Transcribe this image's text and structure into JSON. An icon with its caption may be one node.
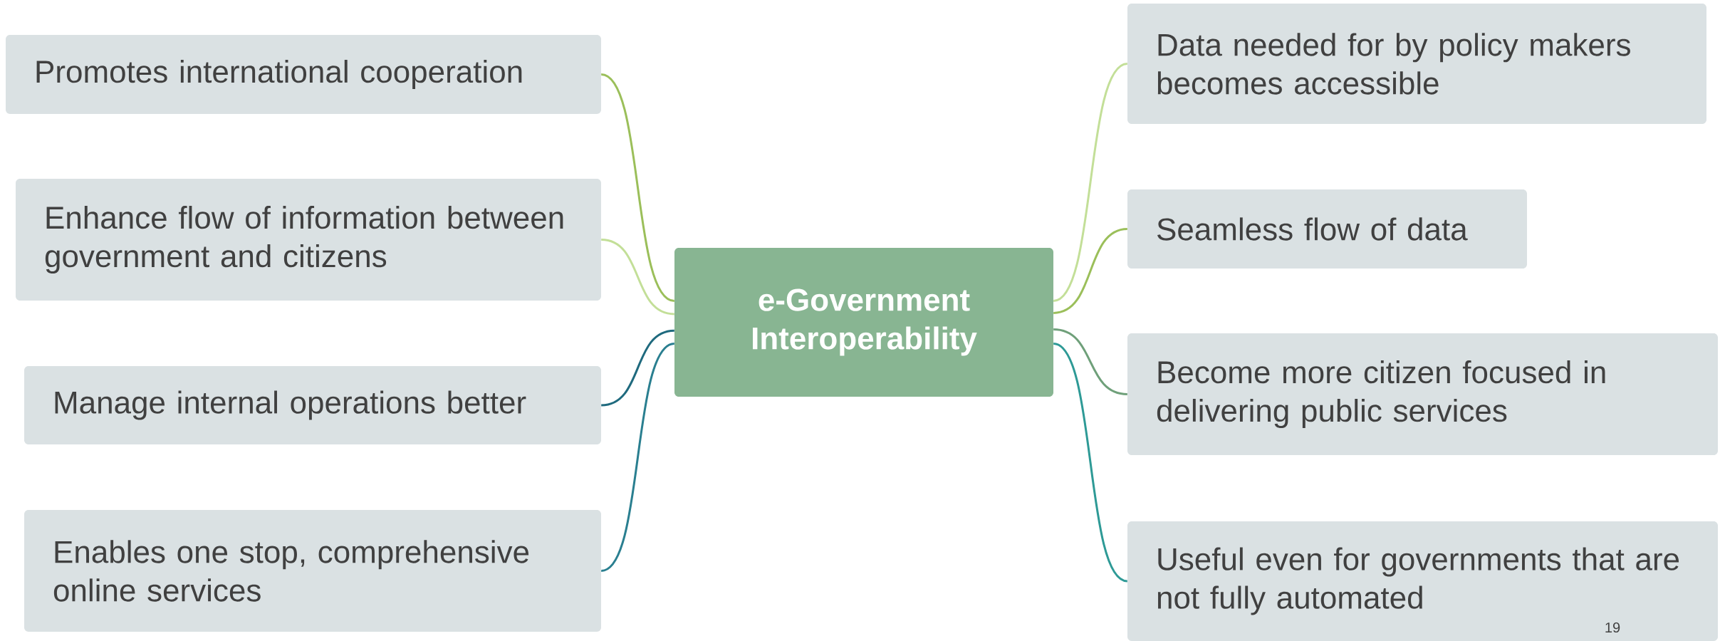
{
  "diagram": {
    "nodes": [
      {
        "text": [
          "Promotes international cooperation"
        ]
      },
      {
        "text": [
          "Enhance flow of information between government and citizens"
        ]
      },
      {
        "text": [
          "Manage internal operations better"
        ]
      },
      {
        "text": [
          "Enables one stop, comprehensive online services"
        ]
      },
      {
        "text": [
          "e-Government Interoperability"
        ]
      },
      {
        "text": [
          "Data needed for by policy makers becomes accessible"
        ]
      },
      {
        "text": [
          "Seamless flow of data"
        ]
      },
      {
        "text": [
          "Become more citizen focused in delivering public services"
        ]
      },
      {
        "text": [
          "Useful even for governments that are not fully automated"
        ]
      }
    ],
    "edges": [
      {
        "from": 4,
        "to": 0,
        "arrow": "none",
        "color": "#9bbf5a"
      },
      {
        "from": 4,
        "to": 1,
        "arrow": "none",
        "color": "#c3df98"
      },
      {
        "from": 4,
        "to": 2,
        "arrow": "none",
        "color": "#1f6a7e"
      },
      {
        "from": 4,
        "to": 3,
        "arrow": "none",
        "color": "#2a7f90"
      },
      {
        "from": 4,
        "to": 5,
        "arrow": "none",
        "color": "#c3df98"
      },
      {
        "from": 4,
        "to": 6,
        "arrow": "none",
        "color": "#9bbf5a"
      },
      {
        "from": 4,
        "to": 7,
        "arrow": "none",
        "color": "#6fa07a"
      },
      {
        "from": 4,
        "to": 8,
        "arrow": "none",
        "color": "#2e9a96"
      }
    ],
    "labels": [
      "19"
    ]
  }
}
